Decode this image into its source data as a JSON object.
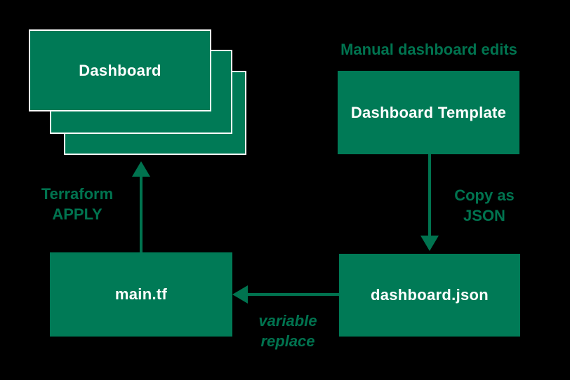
{
  "colors": {
    "background": "#000000",
    "box_fill": "#007a56",
    "box_text": "#ffffff",
    "accent_text": "#00734f",
    "stack_border": "#ffffff"
  },
  "nodes": {
    "dashboard_stack": {
      "label": "Dashboard"
    },
    "dashboard_template": {
      "label": "Dashboard Template"
    },
    "main_tf": {
      "label": "main.tf"
    },
    "dashboard_json": {
      "label": "dashboard.json"
    }
  },
  "labels": {
    "manual_edits": "Manual dashboard edits",
    "terraform_apply": {
      "line1": "Terraform",
      "line2": "APPLY"
    },
    "copy_as_json": {
      "line1": "Copy as",
      "line2": "JSON"
    },
    "variable_replace": {
      "line1": "variable",
      "line2": "replace"
    }
  },
  "edges": [
    {
      "from": "main_tf",
      "to": "dashboard_stack",
      "label": "Terraform APPLY",
      "direction": "up"
    },
    {
      "from": "dashboard_template",
      "to": "dashboard_json",
      "label": "Copy as JSON",
      "direction": "down"
    },
    {
      "from": "dashboard_json",
      "to": "main_tf",
      "label": "variable replace",
      "direction": "left"
    }
  ]
}
